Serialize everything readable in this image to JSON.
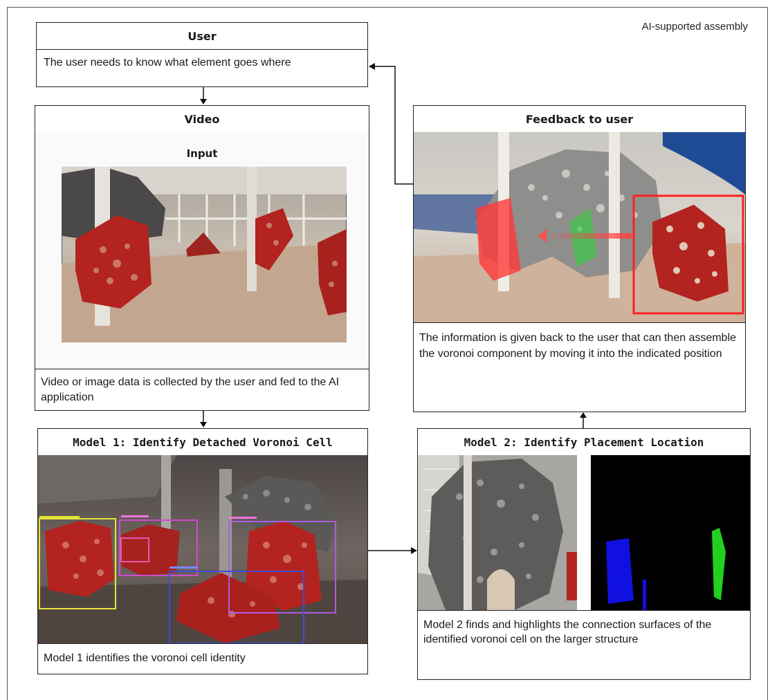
{
  "caption": "AI-supported assembly",
  "user_box": {
    "title": "User",
    "text": "The user needs to know what element goes where"
  },
  "video_box": {
    "title": "Video",
    "image_label": "Input",
    "text": "Video or image data is collected by the user and fed to the AI application"
  },
  "feedback_box": {
    "title": "Feedback to user",
    "text": "The information is given back to the user that can then assemble the voronoi component by moving it into the indicated position"
  },
  "model1_box": {
    "title": "Model 1: Identify Detached Voronoi Cell",
    "text": "Model 1 identifies the voronoi cell identity"
  },
  "model2_box": {
    "title": "Model 2: Identify Placement Location",
    "text": "Model 2 finds and highlights the connection surfaces of the identified voronoi cell on the larger structure"
  },
  "colors": {
    "cell_red": "#b3231f",
    "mask_blue": "#1010e0",
    "mask_green": "#22d11e",
    "floor": "#c8aa92"
  }
}
